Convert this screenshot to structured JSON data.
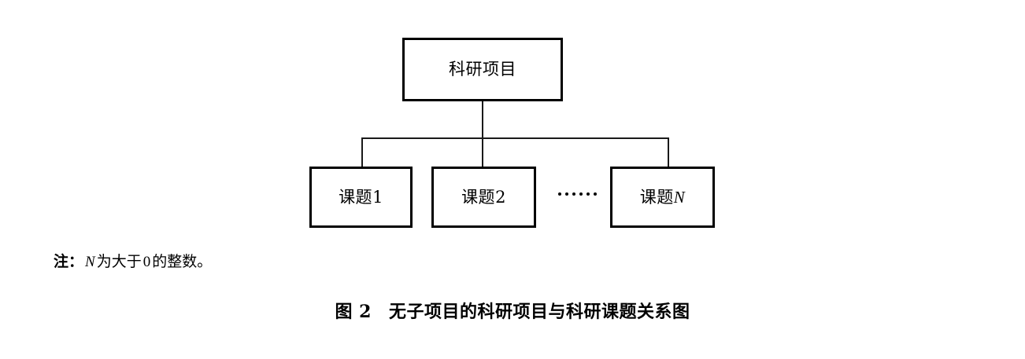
{
  "figure": {
    "caption_prefix": "图 2",
    "caption_title": "无子项目的科研项目与科研课题关系图",
    "note_label": "注：",
    "note_variable": "N",
    "note_text_part1": "为大于",
    "note_number": "0",
    "note_text_part2": "的整数。",
    "background_color": "#ffffff",
    "line_color": "#000000"
  },
  "diagram": {
    "type": "hierarchy-tree",
    "root": {
      "label": "科研项目",
      "name": "research-project"
    },
    "children": [
      {
        "label": "课题1",
        "label_base": "课题",
        "label_suffix": "1",
        "suffix_italic": false,
        "name": "subject-1"
      },
      {
        "label": "课题2",
        "label_base": "课题",
        "label_suffix": "2",
        "suffix_italic": false,
        "name": "subject-2"
      },
      {
        "label": "课题N",
        "label_base": "课题",
        "label_suffix": "N",
        "suffix_italic": true,
        "name": "subject-n"
      }
    ],
    "ellipsis": {
      "label": "……",
      "dot_count": 6
    }
  }
}
